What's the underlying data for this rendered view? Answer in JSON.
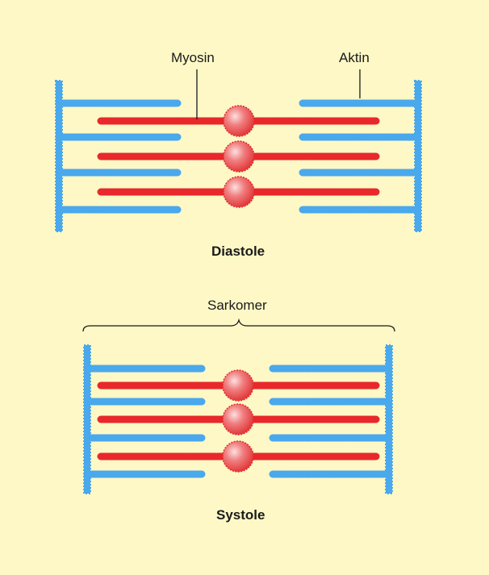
{
  "labels": {
    "myosin": "Myosin",
    "aktin": "Aktin",
    "diastole": "Diastole",
    "sarkomer": "Sarkomer",
    "systole": "Systole"
  },
  "colors": {
    "background": "#fdf8c6",
    "actin": "#4aa8ec",
    "actin_dark": "#2b8fdc",
    "myosin": "#e8282b",
    "myosin_light": "#f2494a"
  }
}
